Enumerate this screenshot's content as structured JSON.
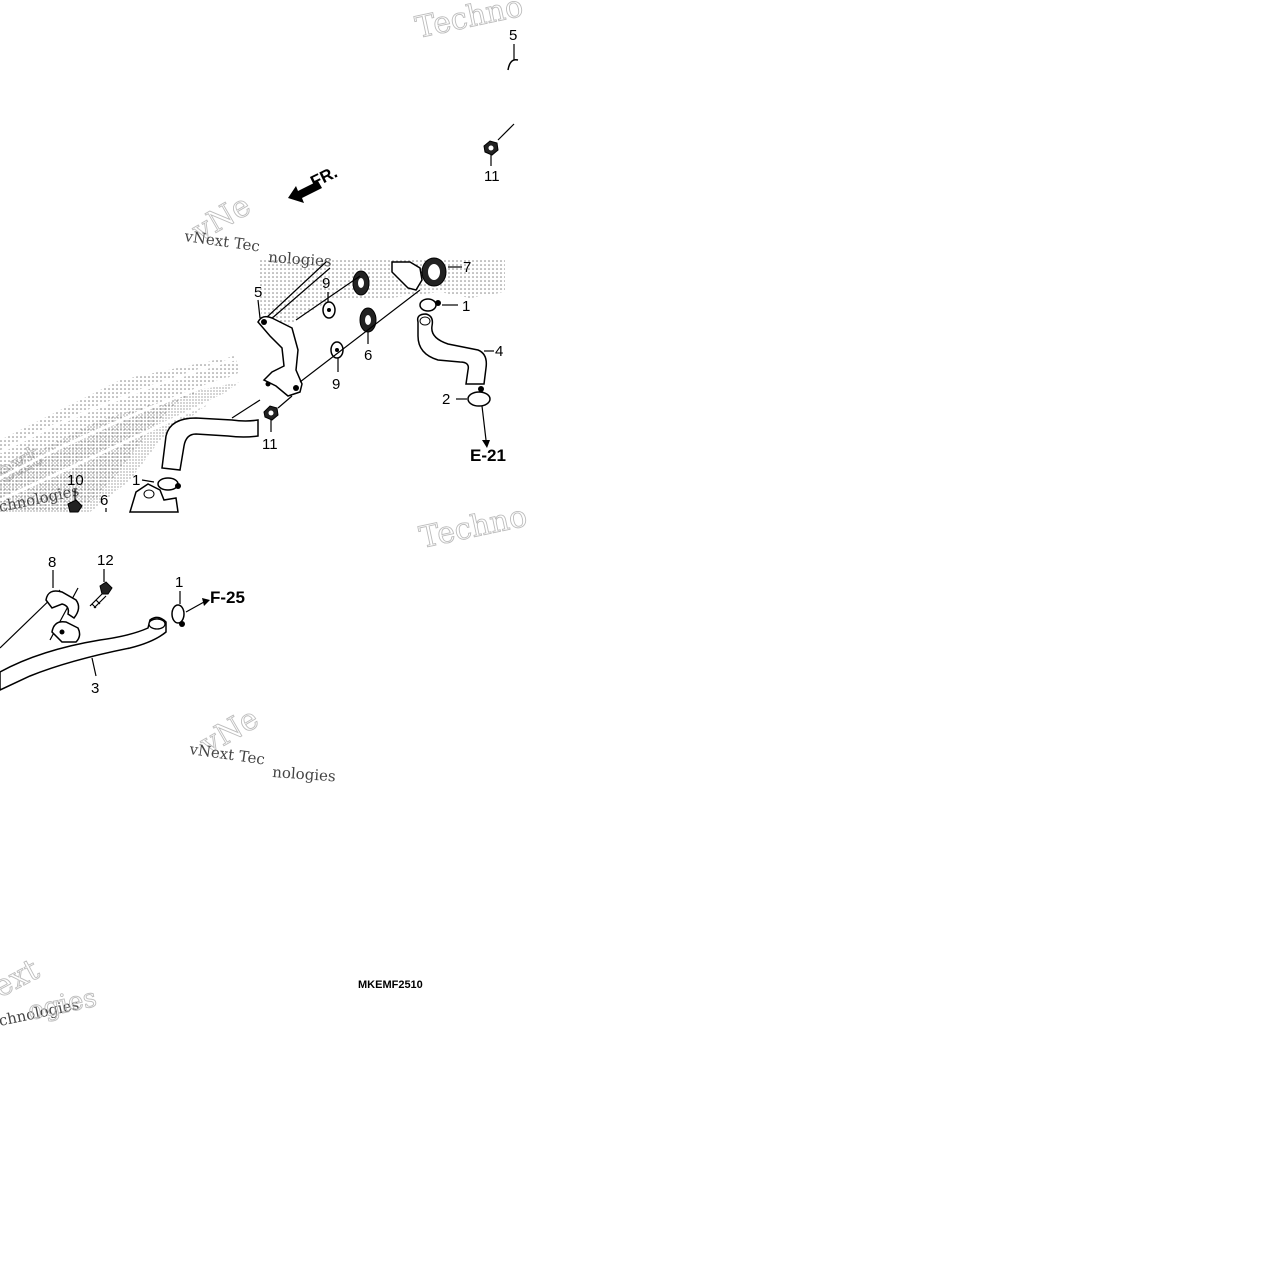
{
  "callouts": {
    "top_5": "5",
    "top_11": "11",
    "p5": "5",
    "p9a": "9",
    "p9b": "9",
    "p6a": "6",
    "p7": "7",
    "p1a": "1",
    "p4": "4",
    "p2": "2",
    "p11": "11",
    "p10": "10",
    "p6b": "6",
    "p1b": "1",
    "p8": "8",
    "p12": "12",
    "p1c": "1",
    "p3": "3"
  },
  "references": {
    "e21": "E-21",
    "f25": "F-25",
    "front": "FR."
  },
  "diagram_code": "MKEMF2510",
  "watermarks": {
    "w1": "Techno",
    "w2": "vNext Tec",
    "w3": "vNe",
    "w4": "nologies",
    "w5": "Techno",
    "w6": "vNext Tec",
    "w7": "vNe",
    "w8": "nologies",
    "w9": "ext",
    "w10": "chnologies",
    "w11": "ext",
    "w12": "chnologies"
  }
}
